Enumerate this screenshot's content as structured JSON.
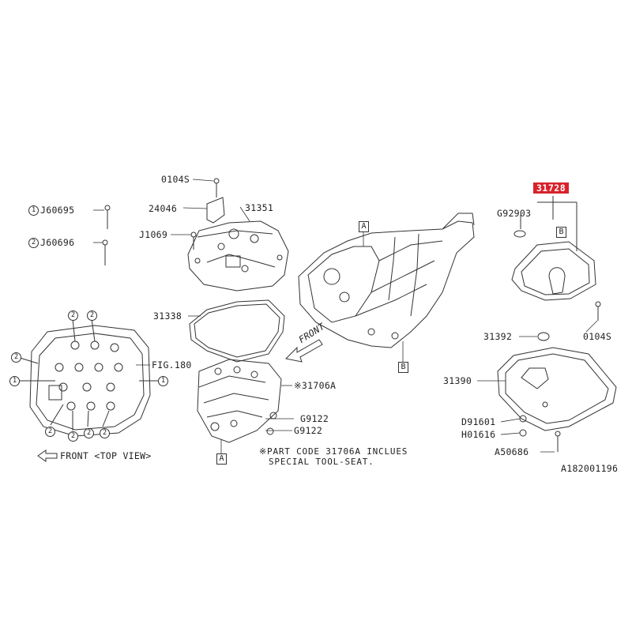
{
  "parts": {
    "p0104s_top": "0104S",
    "p24046": "24046",
    "p31351": "31351",
    "pj1069": "J1069",
    "p31338": "31338",
    "p31706a": "※31706A",
    "pg9122a": "G9122",
    "pg9122b": "G9122",
    "pj60695": "J60695",
    "pj60696": "J60696",
    "p31728": "31728",
    "pg92903": "G92903",
    "p0104s_right": "0104S",
    "p31392": "31392",
    "p31390": "31390",
    "pd91601": "D91601",
    "ph01616": "H01616",
    "pa50686": "A50686",
    "fig180": "FIG.180"
  },
  "refs": {
    "a_top": "A",
    "b_top": "B",
    "a_bottom": "A",
    "b_filter": "B",
    "circle1": "1",
    "circle2": "2"
  },
  "front_label": "FRONT",
  "front_topview": "FRONT <TOP VIEW>",
  "note_line1": "※PART CODE 31706A INCLUES",
  "note_line2": "SPECIAL TOOL-SEAT.",
  "diagram_code": "A182001196",
  "highlight_color": "#d8222a"
}
